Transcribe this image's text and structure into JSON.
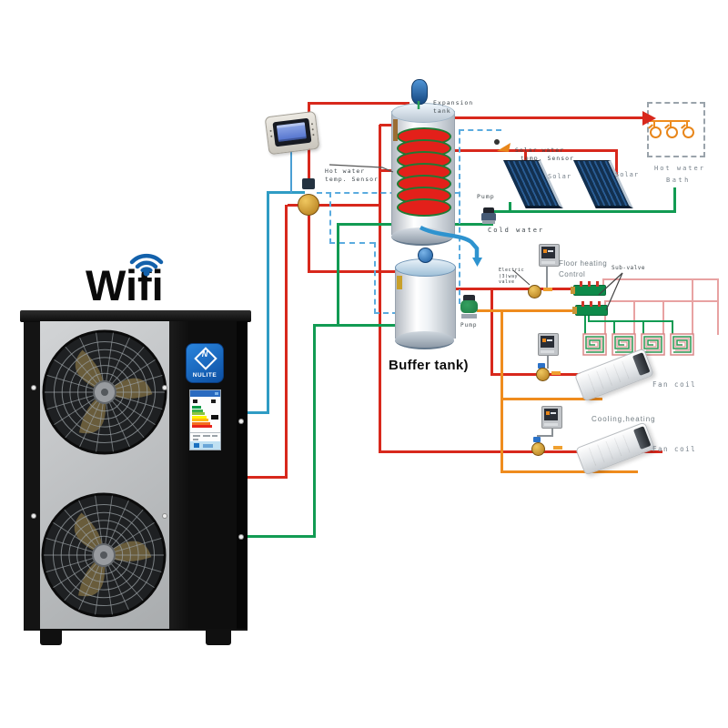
{
  "colors": {
    "hot": "#d8281c",
    "orange": "#ef8c1e",
    "green": "#129b53",
    "teal": "#2f9cc4",
    "dash": "#5aabdf",
    "pink": "#e8a2a2",
    "coil-red": "#e3201a",
    "wifi-blue": "#1361ab",
    "brand-blue": "#1466c8",
    "label-dark": "#3f474c",
    "label-gray": "#76808a"
  },
  "branding": {
    "wifi": "Wifi",
    "brand": "NULITE",
    "brand_initial": "N"
  },
  "labels": {
    "expansion_line1": "Expansion",
    "expansion_line2": "tank",
    "hw_sensor_line1": "Hot water",
    "hw_sensor_line2": "temp. Sensor",
    "solar_sensor_line1": "Solar water",
    "solar_sensor_line2": "temp. Sensor",
    "solar_a": "Solar",
    "solar_b": "Solar",
    "pump_solar": "Pump",
    "pump_buffer": "Pump",
    "cold_water": "Cold water",
    "hot_water": "Hot water",
    "bath": "Bath",
    "floor_line1": "Floor heating",
    "floor_line2": "Control",
    "evalve_line1": "Electric",
    "evalve_line2": "(3)way",
    "evalve_line3": "valve",
    "sub_valve": "Sub-valve",
    "buffer_tank": "Buffer tank)",
    "fan_coil_a": "Fan coil",
    "fan_coil_b": "Fan coil",
    "cooling_heating": "Cooling,heating"
  }
}
